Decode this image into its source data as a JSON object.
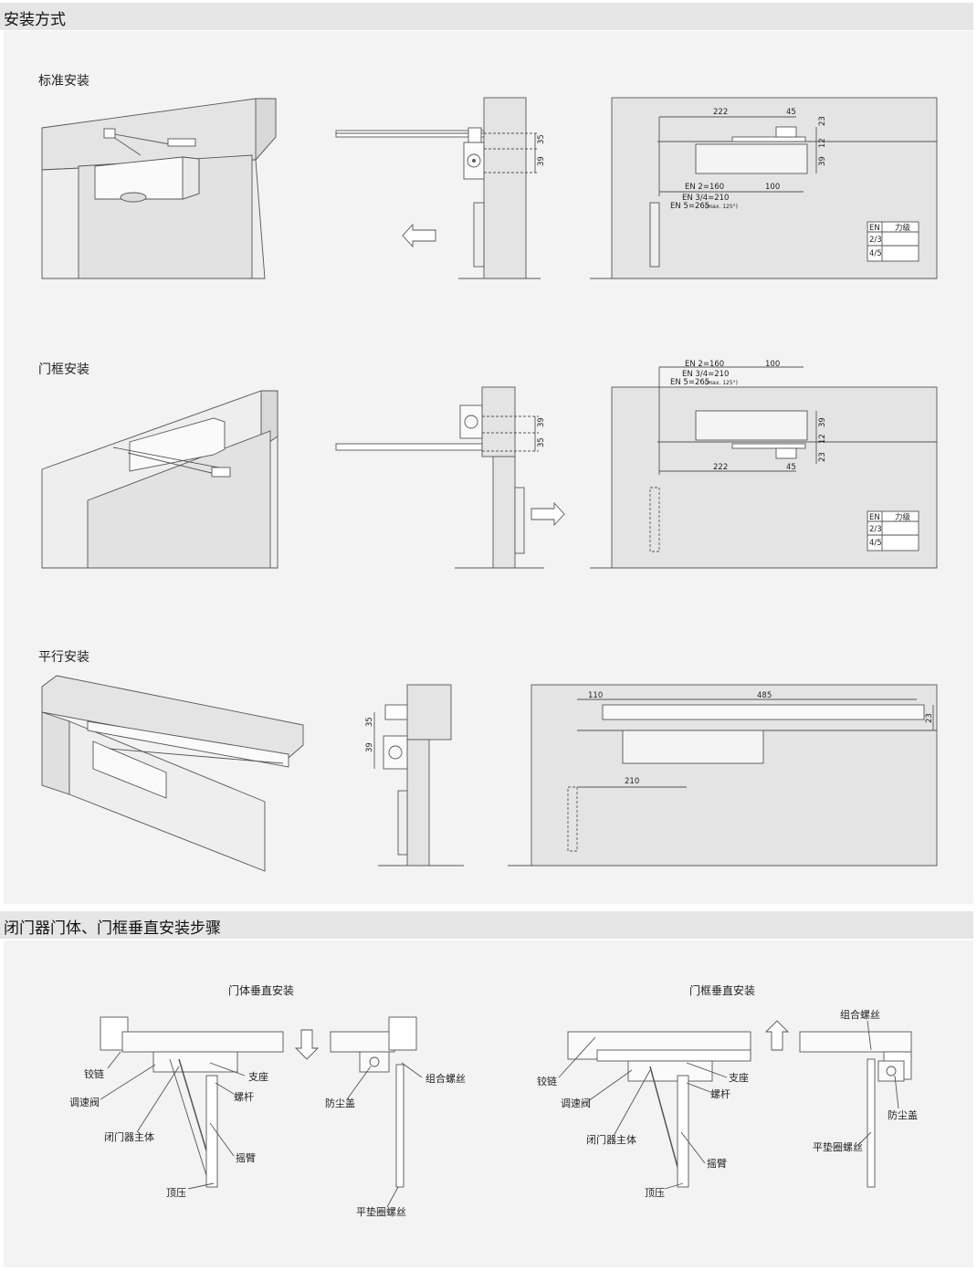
{
  "sections": {
    "install": "安装方式",
    "vertical": "闭门器门体、门框垂直安装步骤"
  },
  "rows": {
    "standard": "标准安装",
    "frame": "门框安装",
    "parallel": "平行安装"
  },
  "dims": {
    "d35": "35",
    "d39": "39",
    "d222": "222",
    "d45": "45",
    "d23": "23",
    "d12": "12",
    "d100": "100",
    "en2": "EN 2=160",
    "en34": "EN 3/4=210",
    "en5": "EN 5=265",
    "max": "(max. 125°)",
    "d110": "110",
    "d485": "485",
    "d210": "210"
  },
  "table": {
    "h_en": "EN",
    "h_force": "力级",
    "r1": "2/3",
    "r2": "4/5"
  },
  "vertical": {
    "door_title": "门体垂直安装",
    "frame_title": "门框垂直安装",
    "hinge": "铰链",
    "valve": "调速阀",
    "body": "闭门器主体",
    "top": "顶压",
    "support": "支座",
    "screw": "螺杆",
    "arm": "摇臂",
    "dust": "防尘盖",
    "combo": "组合螺丝",
    "washer": "平垫圈螺丝"
  },
  "colors": {
    "panel": "#f3f3f3",
    "header": "#e6e6e6",
    "wall": "#e4e4e4",
    "line": "#555555"
  }
}
